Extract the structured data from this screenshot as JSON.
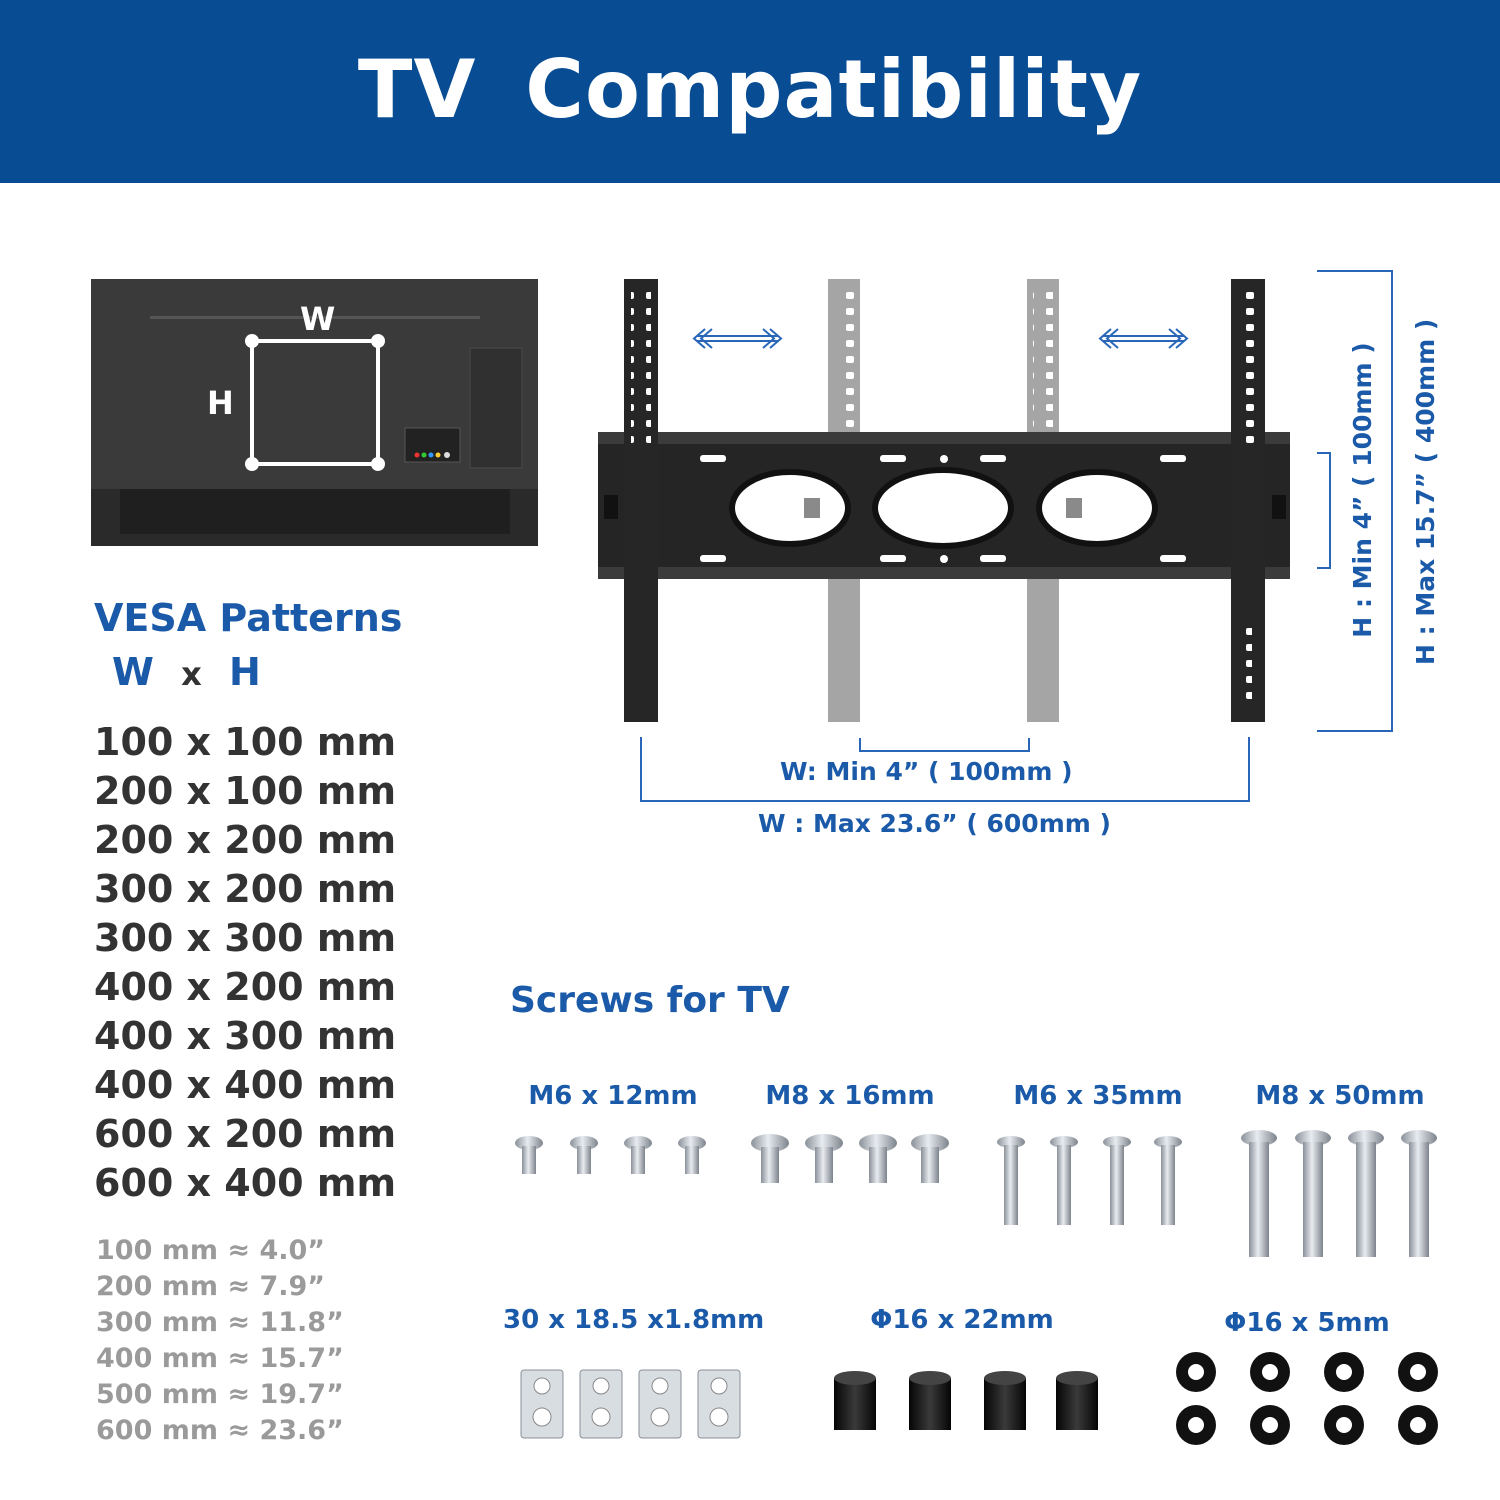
{
  "header": {
    "title": "TV  Compatibility"
  },
  "tv_diagram": {
    "w_label": "W",
    "h_label": "H"
  },
  "vesa": {
    "title": "VESA Patterns",
    "w": "W",
    "x": "x",
    "h": "H",
    "patterns": [
      "100 x 100 mm",
      "200 x 100 mm",
      "200 x 200 mm",
      "300 x 200 mm",
      "300 x 300 mm",
      "400 x 200 mm",
      "400 x 300 mm",
      "400 x 400 mm",
      "600 x 200 mm",
      "600 x 400 mm"
    ]
  },
  "conversions": [
    "100 mm ≈   4.0”",
    "200 mm ≈   7.9”",
    "300 mm ≈ 11.8”",
    "400 mm ≈ 15.7”",
    "500 mm ≈ 19.7”",
    "600 mm ≈ 23.6”"
  ],
  "mount": {
    "w_min": "W:  Min  4”  ( 100mm )",
    "w_max": "W : Max  23.6”  ( 600mm )",
    "h_min": "H : Min  4”  ( 100mm )",
    "h_max": "H : Max  15.7”  ( 400mm )"
  },
  "screws": {
    "title": "Screws for TV",
    "items": [
      {
        "label": "M6 x 12mm"
      },
      {
        "label": "M8 x 16mm"
      },
      {
        "label": "M6 x 35mm"
      },
      {
        "label": "M8 x 50mm"
      },
      {
        "label": "30 x 18.5 x1.8mm"
      },
      {
        "label": "Φ16 x 22mm"
      },
      {
        "label": "Φ16 x 5mm"
      }
    ]
  },
  "colors": {
    "banner": "#084c93",
    "accent": "#1a5aa8",
    "text": "#333333",
    "muted": "#9a9a9a"
  }
}
